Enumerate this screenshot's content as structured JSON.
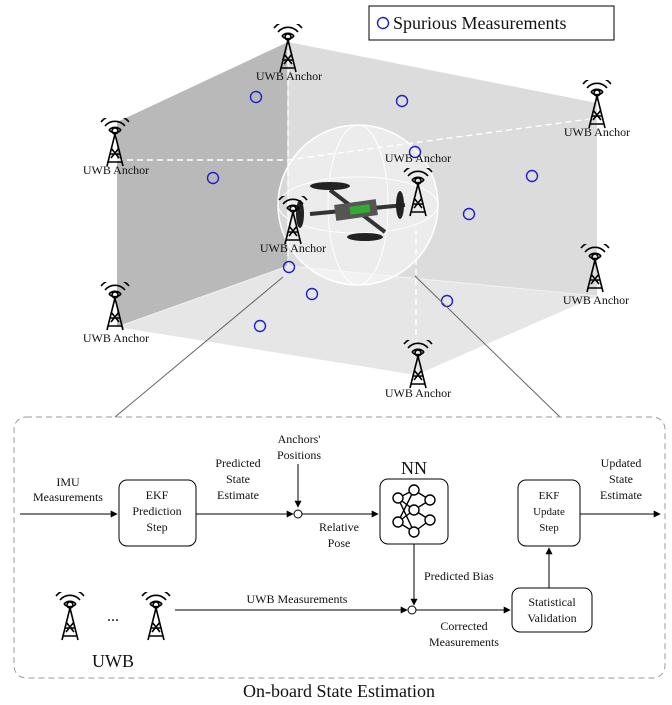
{
  "legend": {
    "label": "Spurious Measurements"
  },
  "anchors": [
    {
      "label": "UWB Anchor"
    },
    {
      "label": "UWB Anchor"
    },
    {
      "label": "UWB Anchor"
    },
    {
      "label": "UWB Anchor"
    },
    {
      "label": "UWB Anchor"
    },
    {
      "label": "UWB Anchor"
    },
    {
      "label": "UWB Anchor"
    },
    {
      "label": "UWB Anchor"
    }
  ],
  "pipeline": {
    "imu_label": [
      "IMU",
      "Measurements"
    ],
    "ekf_prediction": [
      "EKF",
      "Prediction",
      "Step"
    ],
    "predicted_state": [
      "Predicted",
      "State",
      "Estimate"
    ],
    "anchors_positions": [
      "Anchors'",
      "Positions"
    ],
    "relative_pose": [
      "Relative",
      "Pose"
    ],
    "nn": "NN",
    "predicted_bias": "Predicted Bias",
    "ekf_update": [
      "EKF",
      "Update",
      "Step"
    ],
    "updated_state": [
      "Updated",
      "State",
      "Estimate"
    ],
    "uwb_measurements": "UWB Measurements",
    "ellipsis": "...",
    "uwb": "UWB",
    "corrected": [
      "Corrected",
      "Measurements"
    ],
    "statistical_validation": [
      "Statistical",
      "Validation"
    ]
  },
  "caption": "On-board State Estimation",
  "colors": {
    "spurious": "#1f1fcc",
    "back_wall": "#dcdcdc",
    "left_wall": "#b9b9b9",
    "floor": "#e4e4e4"
  }
}
